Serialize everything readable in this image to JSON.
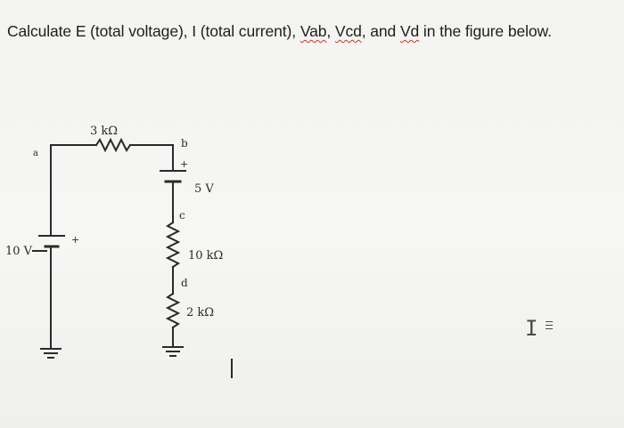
{
  "question": {
    "segments": [
      {
        "text": "Calculate E (total voltage), I (total current), ",
        "squiggle": false
      },
      {
        "text": "Vab",
        "squiggle": true
      },
      {
        "text": ", ",
        "squiggle": false
      },
      {
        "text": "Vcd",
        "squiggle": true
      },
      {
        "text": ", and ",
        "squiggle": false
      },
      {
        "text": "Vd",
        "squiggle": true
      },
      {
        "text": " in the figure below.",
        "squiggle": false
      }
    ]
  },
  "circuit": {
    "node_a": "a",
    "node_b": "b",
    "node_c": "c",
    "node_d": "d",
    "r1": "3 kΩ",
    "r2": "10 kΩ",
    "r3": "2 kΩ",
    "source_left": "10 V",
    "source_right": "5 V",
    "plus": "+"
  },
  "colors": {
    "text": "#1e1e1e",
    "wire": "#2a2a2a",
    "squiggle": "#c23b2a"
  },
  "icons": {
    "cursor": "text-cursor-icon"
  }
}
